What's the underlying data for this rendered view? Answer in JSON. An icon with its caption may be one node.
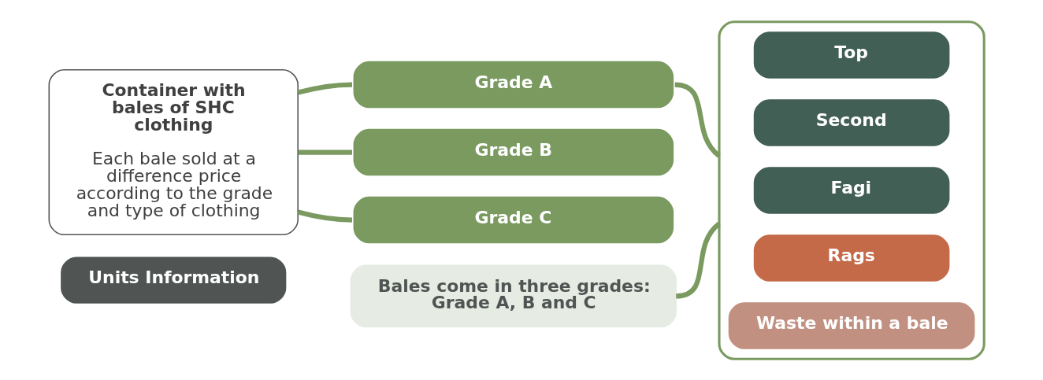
{
  "diagram": {
    "nodes": [
      {
        "text": [
          "Units Information"
        ]
      },
      {
        "text": [
          "Container with bales of SHC clothing",
          "Each bale sold at a difference price according to the grade and type of clothing"
        ]
      },
      {
        "text": [
          "Grade A"
        ]
      },
      {
        "text": [
          "Grade B"
        ]
      },
      {
        "text": [
          "Grade C"
        ]
      },
      {
        "text": [
          "Bales come in three grades: Grade A, B and C"
        ]
      },
      {
        "text": [],
        "shape": "box"
      },
      {
        "text": [
          "Top"
        ],
        "in": 6
      },
      {
        "text": [
          "Second"
        ],
        "in": 6
      },
      {
        "text": [
          "Fagi"
        ],
        "in": 6
      },
      {
        "text": [
          "Rags"
        ],
        "in": 6
      },
      {
        "text": [
          "Waste within a bale"
        ],
        "in": 6
      }
    ],
    "edges": [
      {
        "from": 1,
        "to": 2,
        "arrow": "none"
      },
      {
        "from": 1,
        "to": 3,
        "arrow": "none"
      },
      {
        "from": 1,
        "to": 4,
        "arrow": "none"
      },
      {
        "from": 2,
        "to": 6,
        "arrow": "none"
      },
      {
        "from": 5,
        "to": 6,
        "arrow": "none"
      }
    ]
  }
}
